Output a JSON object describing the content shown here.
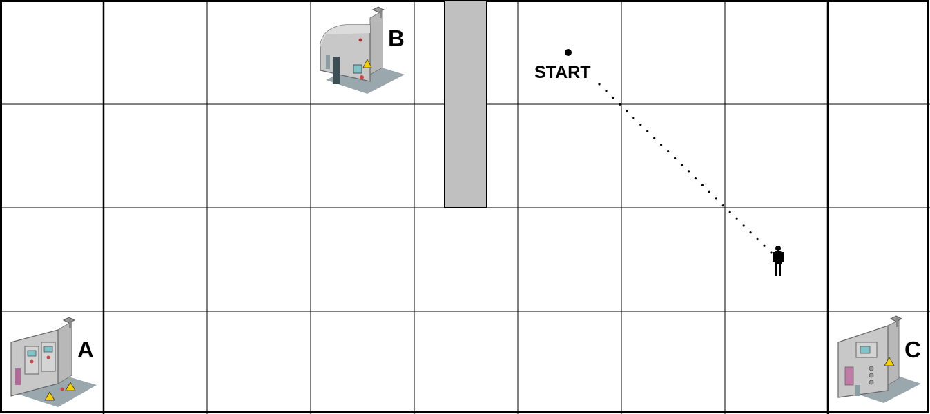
{
  "machines": [
    {
      "id": "A",
      "label": "A"
    },
    {
      "id": "B",
      "label": "B"
    },
    {
      "id": "C",
      "label": "C"
    }
  ],
  "start_label": "START",
  "colors": {
    "grid": "#000000",
    "pillar_fill": "#c0c0c0",
    "machine_body": "#c8c8c8",
    "machine_shadow": "#9aa7ad",
    "warning": "#f6d000"
  }
}
